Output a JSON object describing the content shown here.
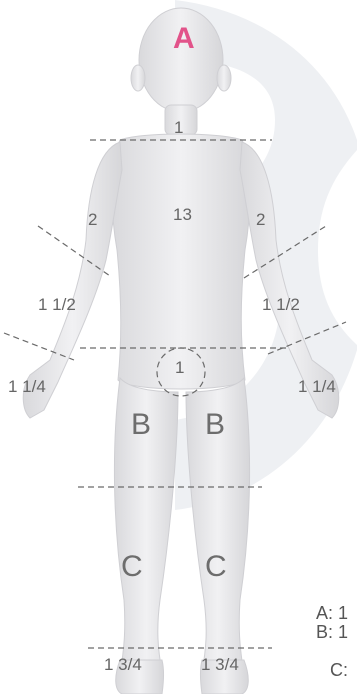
{
  "regions": {
    "A": "A",
    "B_left": "B",
    "B_right": "B",
    "C_left": "C",
    "C_right": "C"
  },
  "values": {
    "neck": "1",
    "trunk": "13",
    "upper_arm_left": "2",
    "upper_arm_right": "2",
    "forearm_left": "1 1/2",
    "forearm_right": "1 1/2",
    "hand_left": "1 1/4",
    "hand_right": "1 1/4",
    "genitals": "1",
    "foot_left": "1 3/4",
    "foot_right": "1 3/4"
  },
  "legend": [
    "A: 1",
    "B: 1",
    "C: "
  ],
  "colors": {
    "accent": "#e2538a",
    "body": "#e9e9eb",
    "background_shape": "#eef0f3",
    "dashes": "#666666",
    "text": "#666666"
  }
}
